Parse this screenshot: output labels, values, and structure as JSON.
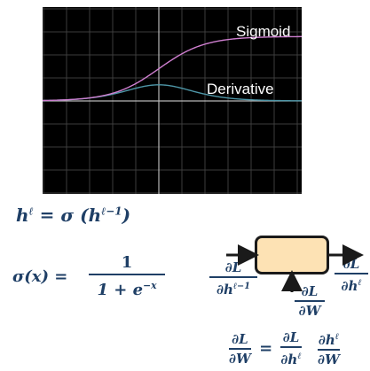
{
  "plot": {
    "labels": {
      "sigmoid": "Sigmoid",
      "derivative": "Derivative"
    },
    "colors": {
      "background": "#000000",
      "grid": "#3d3d3d",
      "axes": "#b7b7b7",
      "sigmoid_curve": "#cf7fd0",
      "derivative_curve": "#4e96a7"
    }
  },
  "equations": {
    "layer": "h^ℓ = σ (h^{ℓ−1})",
    "sigmoid_definition": {
      "lhs": "σ(x) =",
      "numerator": "1",
      "denominator": "1 + e^{−x}"
    },
    "backprop_block": {
      "input_gradient": {
        "numerator": "∂L",
        "denominator": "∂h^{ℓ−1}"
      },
      "output_gradient": {
        "numerator": "∂L",
        "denominator": "∂h^ℓ"
      },
      "weight_gradient": {
        "numerator": "∂L",
        "denominator": "∂W"
      }
    },
    "chain_rule": {
      "lhs_numerator": "∂L",
      "lhs_denominator": "∂W",
      "equals": "=",
      "term1_numerator": "∂L",
      "term1_denominator": "∂h^ℓ",
      "term2_numerator": "∂h^ℓ",
      "term2_denominator": "∂W"
    }
  }
}
